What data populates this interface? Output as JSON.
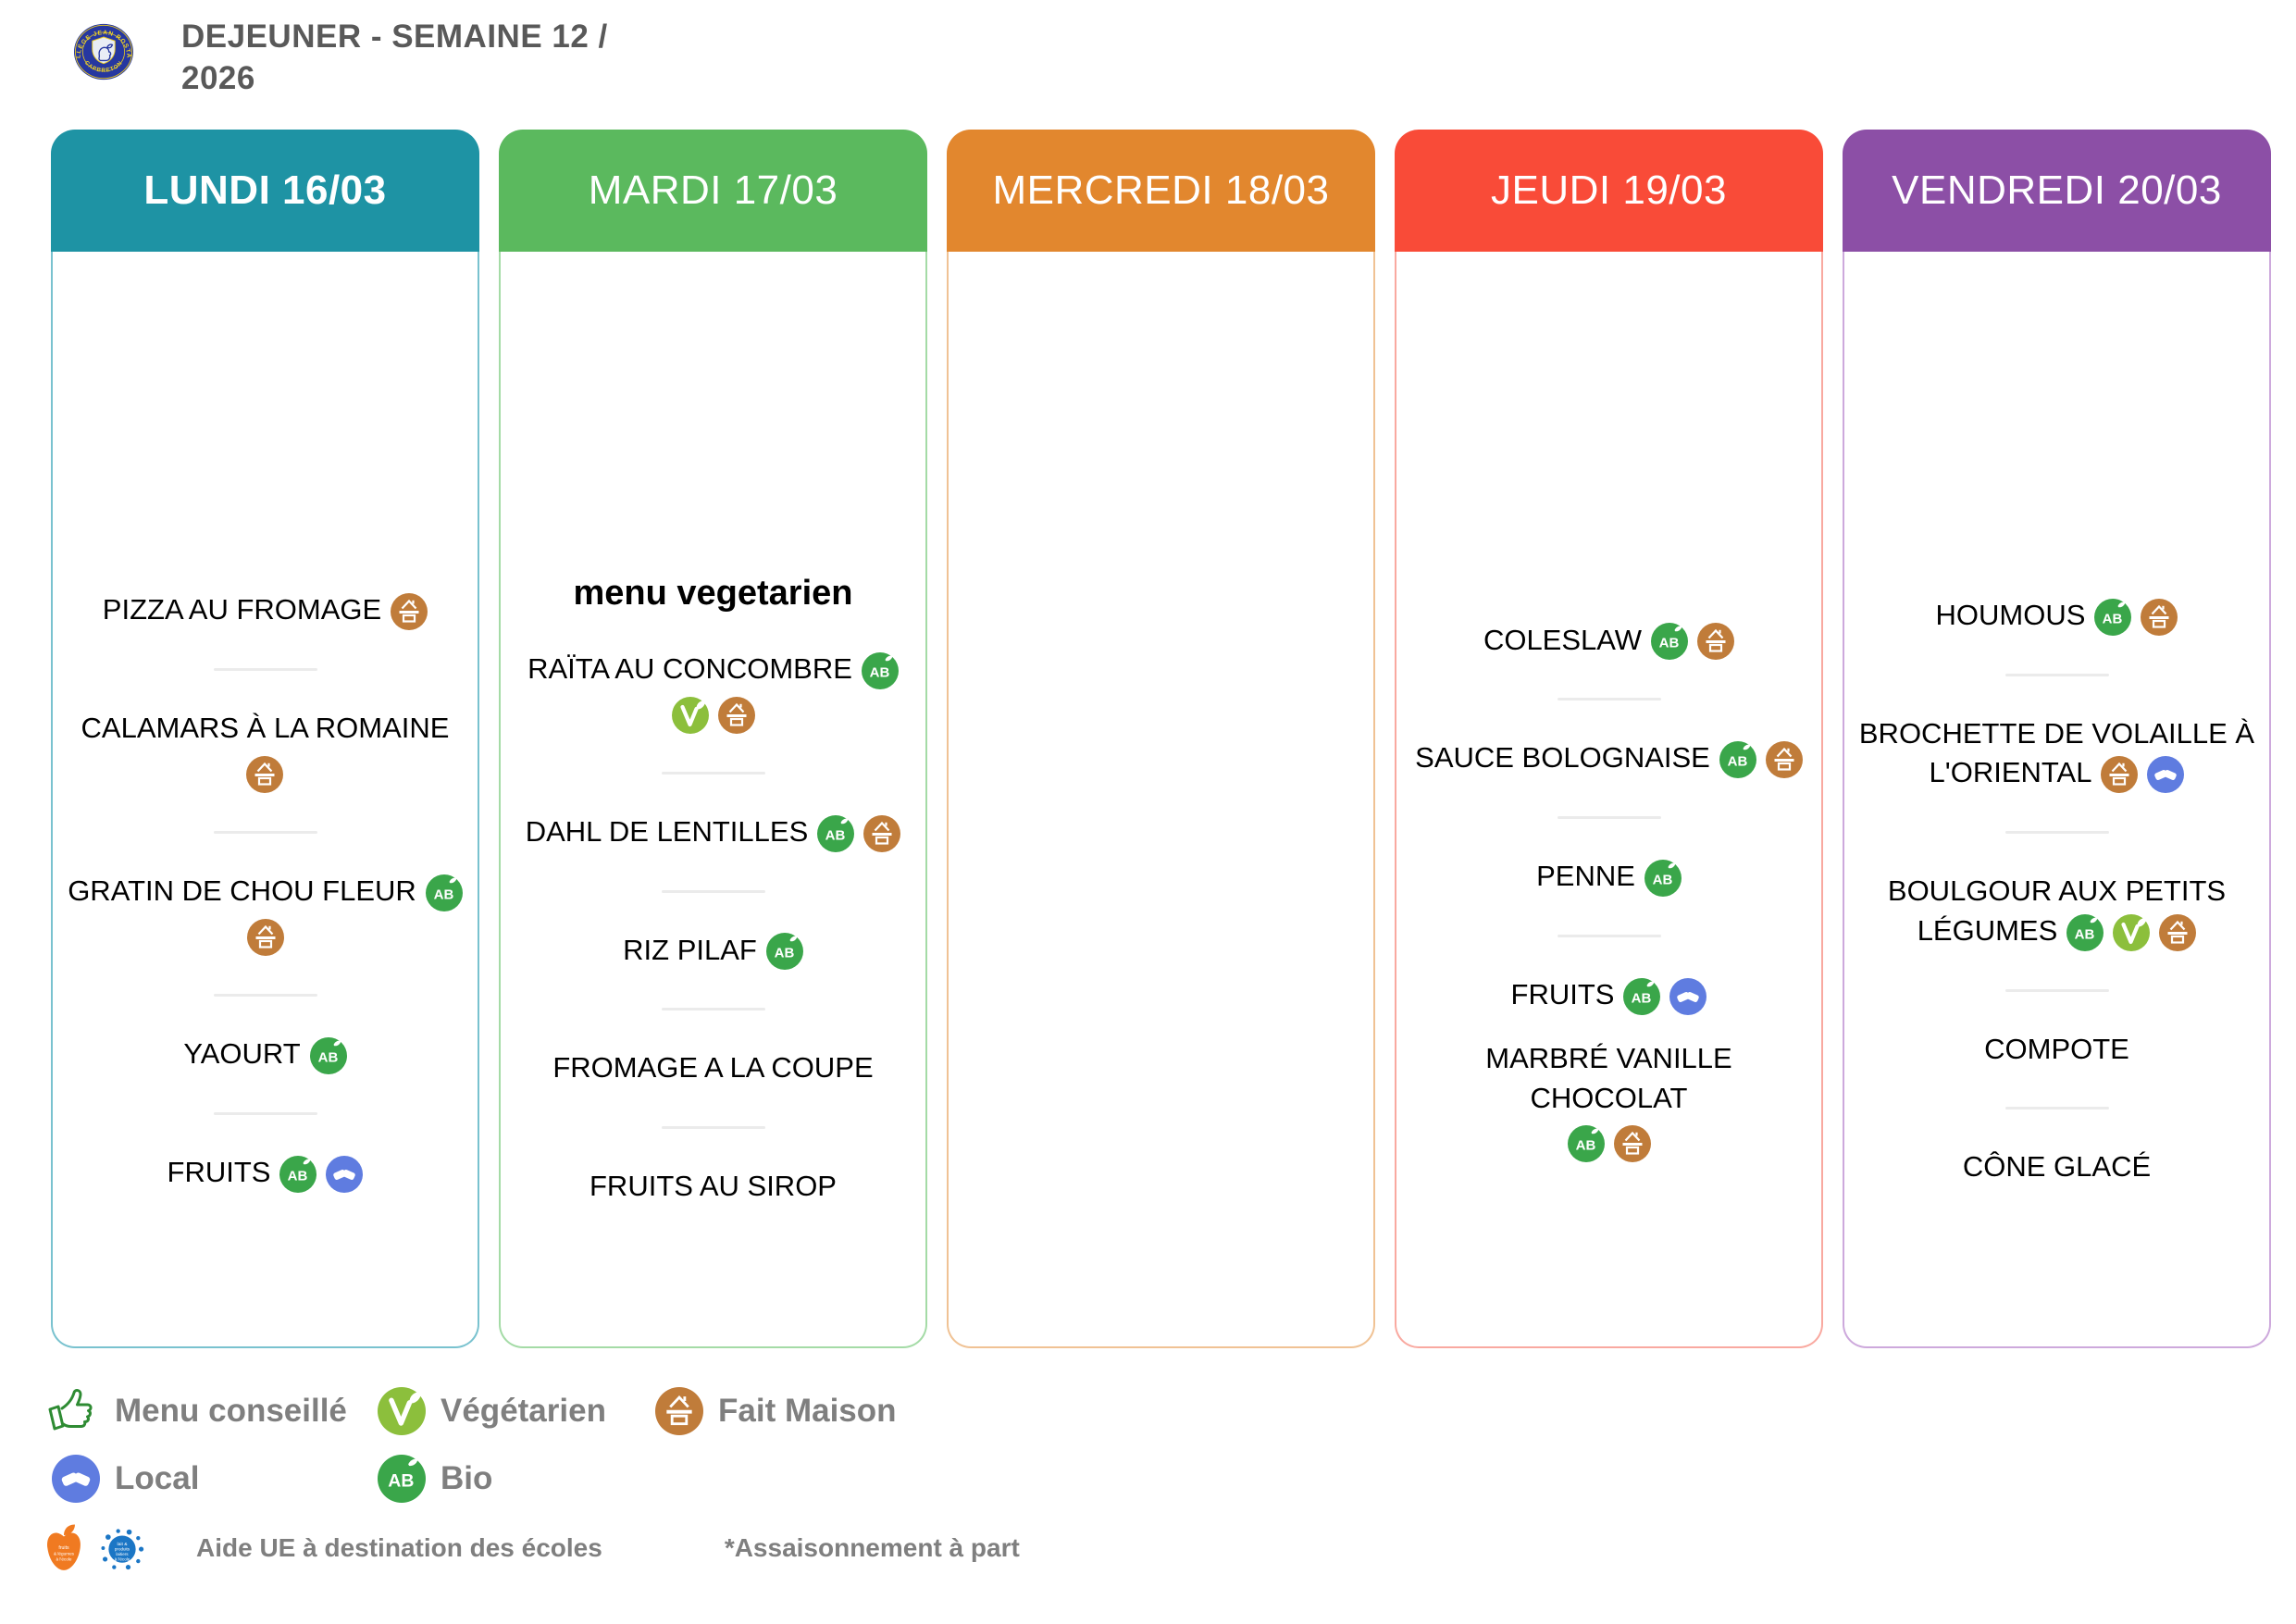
{
  "header": {
    "title": "DEJEUNER - SEMAINE 12 / 2026",
    "logo": {
      "top_text": "COLLÈGE JEAN ROSTAND",
      "bottom_text": "CAPBRETON"
    }
  },
  "colors": {
    "title_text": "#595959",
    "legend_text": "#7f7f7f",
    "divider": "#ebebeb"
  },
  "badges": {
    "bio": {
      "label": "Bio",
      "text": "AB",
      "color": "#3aa64a"
    },
    "fait-maison": {
      "label": "Fait Maison",
      "color": "#c07c3a"
    },
    "vegetarien": {
      "label": "Végétarien",
      "color": "#8cbf3c"
    },
    "local": {
      "label": "Local",
      "color": "#5f7ce0"
    }
  },
  "days": [
    {
      "id": "lundi",
      "label": "LUNDI 16/03",
      "header_color": "#1e93a4",
      "border_color": "#79c2cf",
      "title_bold": true,
      "entries": [
        {
          "type": "dish",
          "label": "PIZZA AU FROMAGE",
          "inline": [
            "fait-maison"
          ],
          "below": []
        },
        {
          "type": "divider"
        },
        {
          "type": "dish",
          "label": "CALAMARS À LA ROMAINE",
          "inline": [],
          "below": [
            "fait-maison"
          ]
        },
        {
          "type": "divider"
        },
        {
          "type": "dish",
          "label": "GRATIN DE CHOU FLEUR",
          "inline": [
            "bio"
          ],
          "below": [
            "fait-maison"
          ]
        },
        {
          "type": "divider"
        },
        {
          "type": "dish",
          "label": "YAOURT",
          "inline": [
            "bio"
          ],
          "below": []
        },
        {
          "type": "divider"
        },
        {
          "type": "dish",
          "label": "FRUITS",
          "inline": [
            "bio",
            "local"
          ],
          "below": []
        }
      ]
    },
    {
      "id": "mardi",
      "label": "MARDI 17/03",
      "header_color": "#5bb95e",
      "border_color": "#a4dba6",
      "title_bold": false,
      "entries": [
        {
          "type": "note",
          "label": "menu vegetarien"
        },
        {
          "type": "dish",
          "label": "RAÏTA AU CONCOMBRE",
          "inline": [
            "bio"
          ],
          "below": [
            "vegetarien",
            "fait-maison"
          ]
        },
        {
          "type": "divider"
        },
        {
          "type": "dish",
          "label": "DAHL DE LENTILLES",
          "inline": [
            "bio",
            "fait-maison"
          ],
          "below": []
        },
        {
          "type": "divider"
        },
        {
          "type": "dish",
          "label": "RIZ PILAF",
          "inline": [
            "bio"
          ],
          "below": []
        },
        {
          "type": "divider"
        },
        {
          "type": "dish",
          "label": "FROMAGE A LA COUPE",
          "inline": [],
          "below": []
        },
        {
          "type": "divider"
        },
        {
          "type": "dish",
          "label": "FRUITS AU SIROP",
          "inline": [],
          "below": []
        }
      ]
    },
    {
      "id": "mercredi",
      "label": "MERCREDI 18/03",
      "header_color": "#e2872e",
      "border_color": "#f0c294",
      "title_bold": false,
      "entries": []
    },
    {
      "id": "jeudi",
      "label": "JEUDI 19/03",
      "header_color": "#f94b38",
      "border_color": "#f9a9a0",
      "title_bold": false,
      "entries": [
        {
          "type": "dish",
          "label": "COLESLAW",
          "inline": [
            "bio",
            "fait-maison"
          ],
          "below": []
        },
        {
          "type": "divider"
        },
        {
          "type": "dish",
          "label": "SAUCE BOLOGNAISE",
          "inline": [
            "bio",
            "fait-maison"
          ],
          "below": []
        },
        {
          "type": "divider"
        },
        {
          "type": "dish",
          "label": "PENNE",
          "inline": [
            "bio"
          ],
          "below": []
        },
        {
          "type": "divider"
        },
        {
          "type": "dish",
          "label": "FRUITS",
          "inline": [
            "bio",
            "local"
          ],
          "below": []
        },
        {
          "type": "dish",
          "label": "MARBRÉ VANILLE CHOCOLAT",
          "inline": [],
          "below": [
            "bio",
            "fait-maison"
          ]
        }
      ]
    },
    {
      "id": "vendredi",
      "label": "VENDREDI 20/03",
      "header_color": "#8c4fa6",
      "border_color": "#cda9dc",
      "title_bold": false,
      "entries": [
        {
          "type": "dish",
          "label": "HOUMOUS",
          "inline": [
            "bio",
            "fait-maison"
          ],
          "below": []
        },
        {
          "type": "divider"
        },
        {
          "type": "dish",
          "label": "BROCHETTE DE VOLAILLE À L'ORIENTAL",
          "inline": [
            "fait-maison",
            "local"
          ],
          "below": []
        },
        {
          "type": "divider"
        },
        {
          "type": "dish",
          "label": "BOULGOUR AUX PETITS LÉGUMES",
          "inline": [
            "bio",
            "vegetarien",
            "fait-maison"
          ],
          "below": []
        },
        {
          "type": "divider"
        },
        {
          "type": "dish",
          "label": "COMPOTE",
          "inline": [],
          "below": []
        },
        {
          "type": "divider"
        },
        {
          "type": "dish",
          "label": "CÔNE GLACÉ",
          "inline": [],
          "below": []
        }
      ]
    }
  ],
  "legend": {
    "menu_conseille": "Menu conseillé",
    "vegetarien": "Végétarien",
    "fait_maison": "Fait Maison",
    "local": "Local",
    "bio": "Bio",
    "eu_aid": "Aide UE à destination des écoles",
    "seasoning_note": "*Assaisonnement à part"
  }
}
